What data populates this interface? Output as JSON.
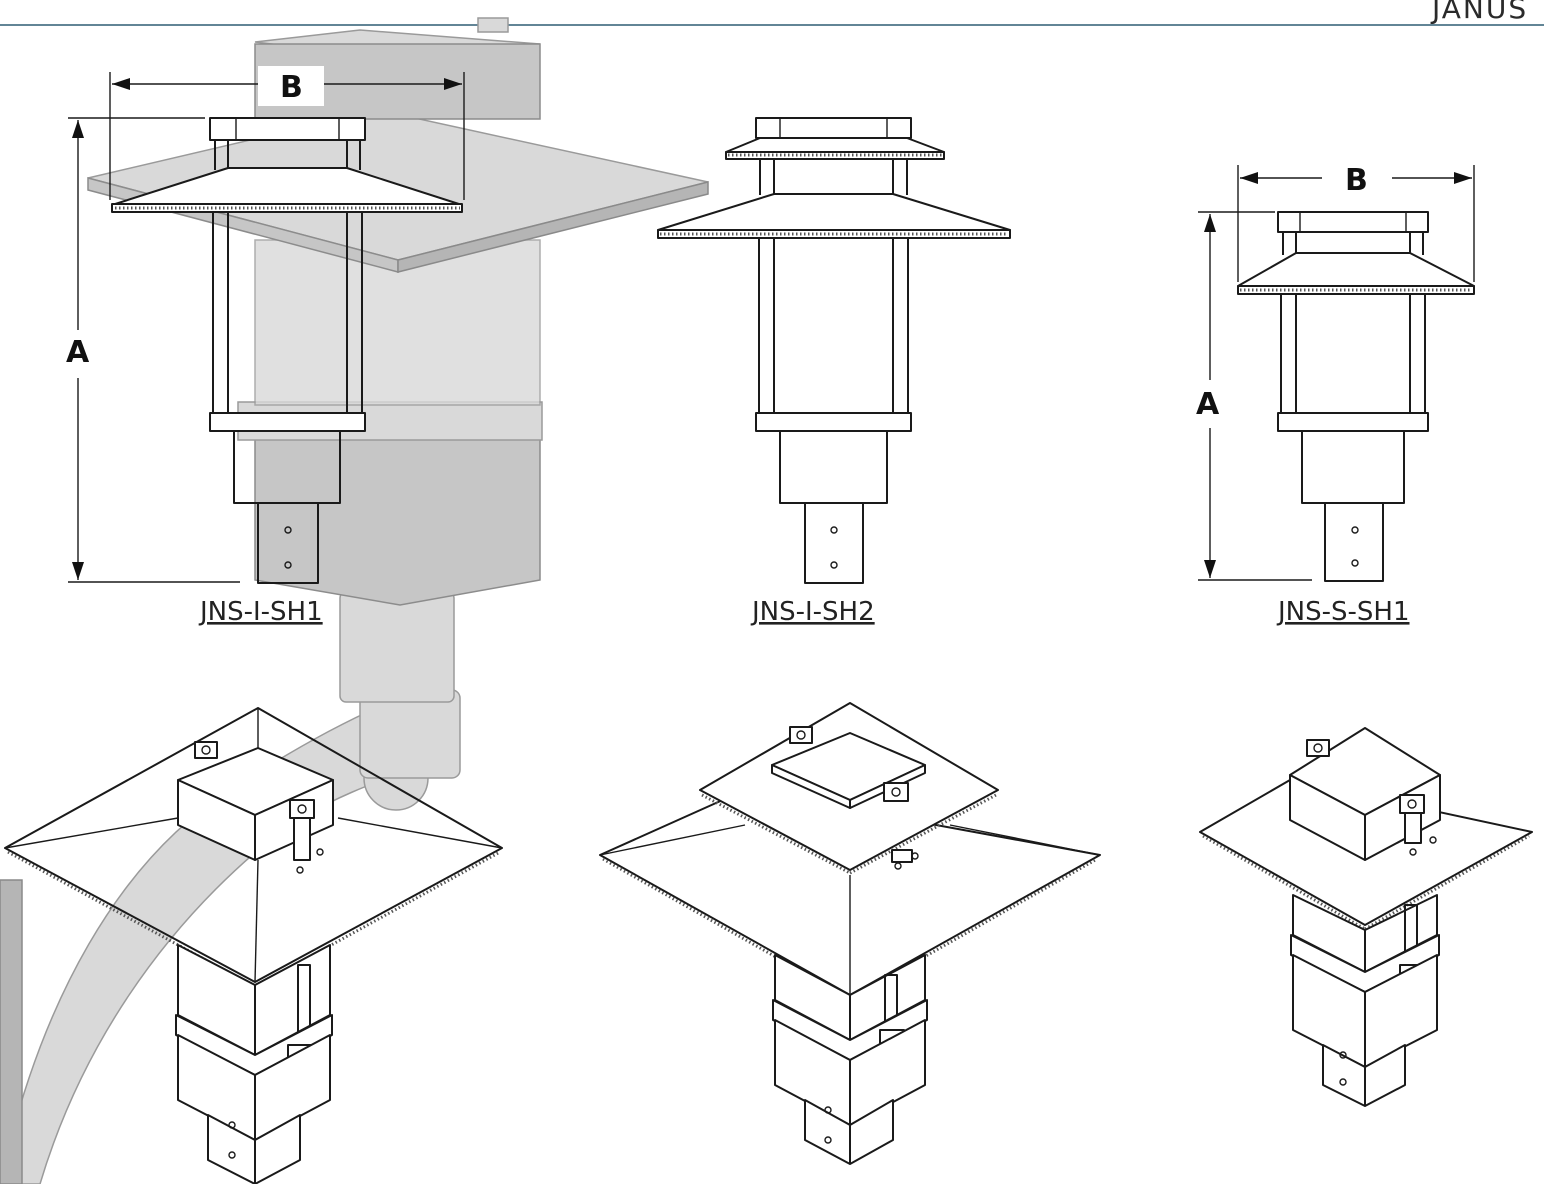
{
  "header": {
    "brand": "JANUS",
    "rule_color": "#2f5d73"
  },
  "dimension_labels": {
    "height": "A",
    "width": "B"
  },
  "models": [
    {
      "id": "sh1-indoor",
      "label": "JNS-I-SH1"
    },
    {
      "id": "sh2-indoor",
      "label": "JNS-I-SH2"
    },
    {
      "id": "sh1-small",
      "label": "JNS-S-SH1"
    }
  ]
}
